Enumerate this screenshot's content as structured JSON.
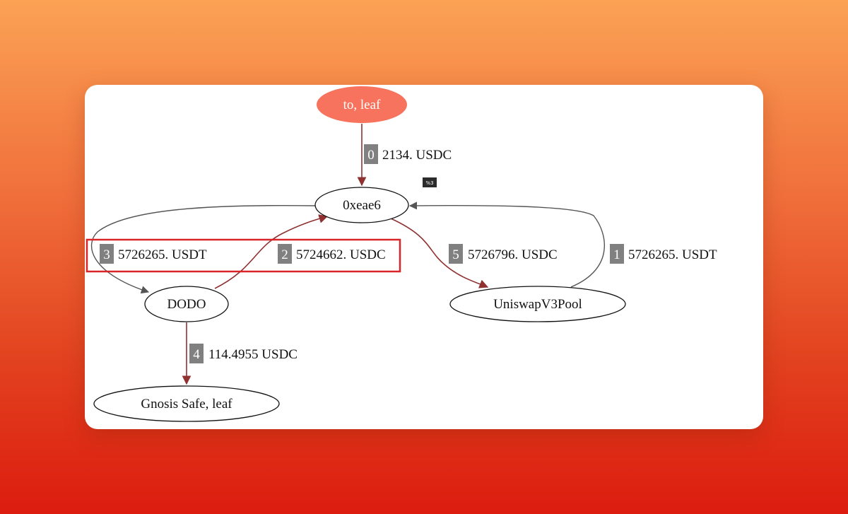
{
  "colors": {
    "edge_red": "#8f3131",
    "edge_gray": "#555555",
    "source_node_fill": "#f8735d",
    "badge_fill": "#808080",
    "highlight_box": "#d9252a"
  },
  "nodes": {
    "to_leaf": "to, leaf",
    "n0xeae6": "0xeae6",
    "dodo": "DODO",
    "uniswap": "UniswapV3Pool",
    "gnosis": "Gnosis Safe, leaf"
  },
  "edges": {
    "e0": {
      "index": "0",
      "amount": "2134. USDC"
    },
    "e1": {
      "index": "1",
      "amount": "5726265. USDT"
    },
    "e2": {
      "index": "2",
      "amount": "5724662. USDC"
    },
    "e3": {
      "index": "3",
      "amount": "5726265. USDT"
    },
    "e4": {
      "index": "4",
      "amount": "114.4955 USDC"
    },
    "e5": {
      "index": "5",
      "amount": "5726796. USDC"
    }
  },
  "tag": "%3"
}
